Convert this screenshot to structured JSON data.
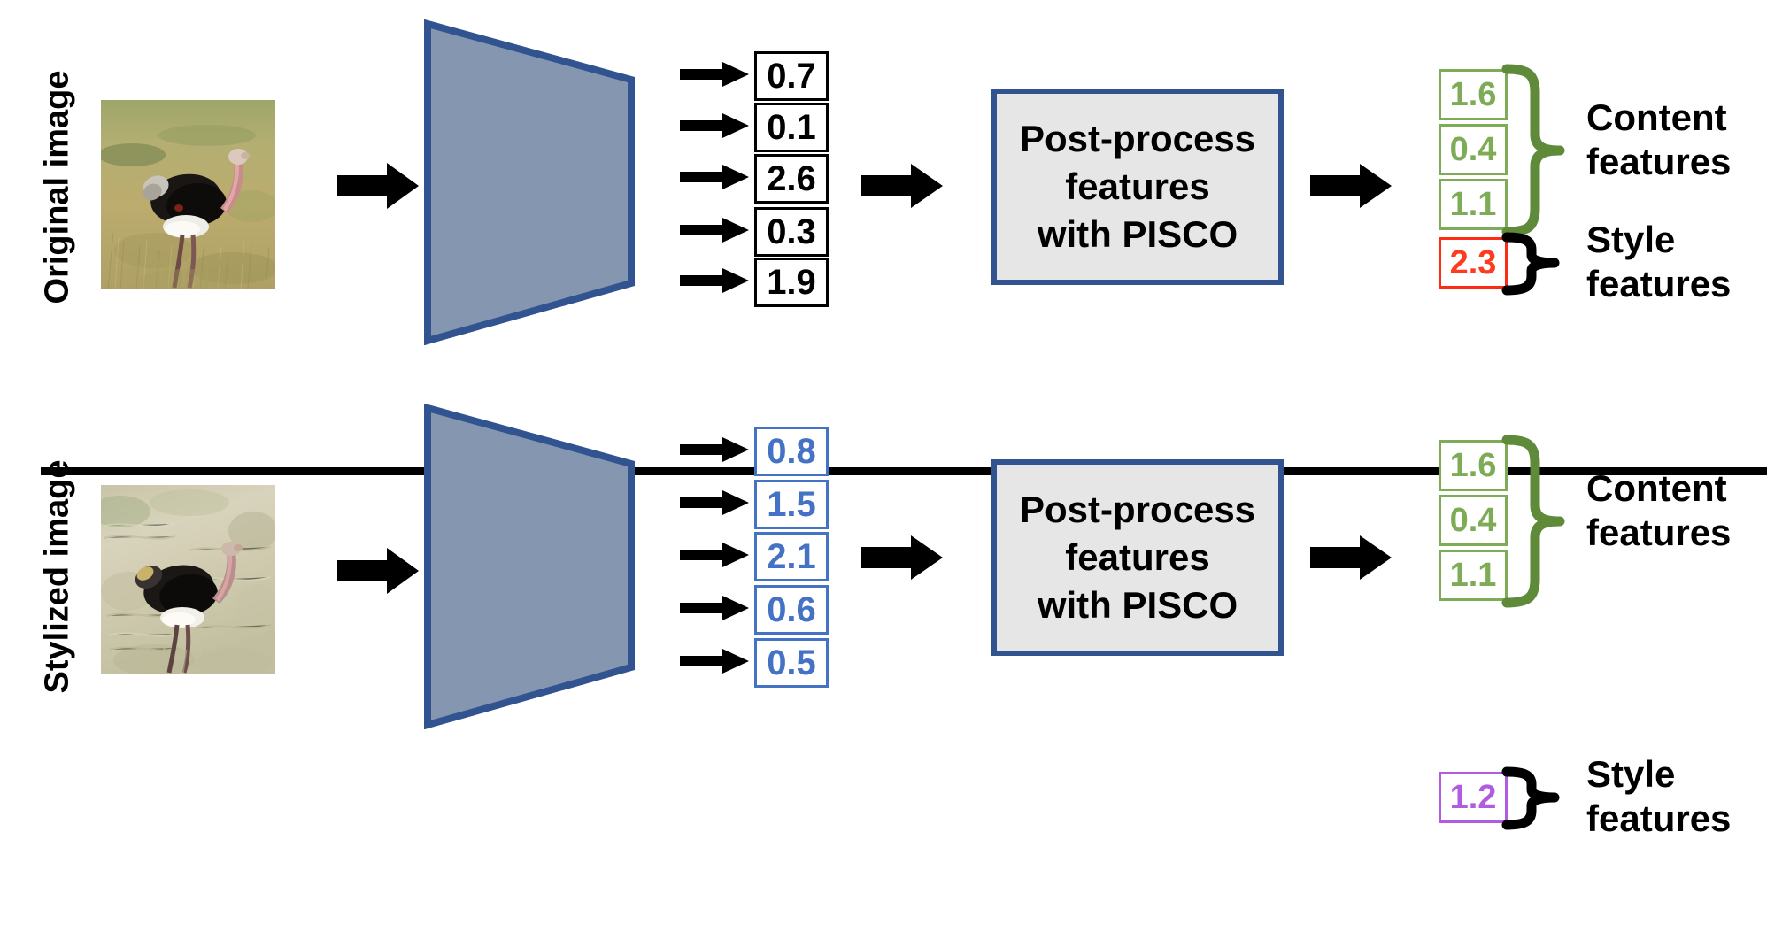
{
  "figure": {
    "title": "PISCO feature post-processing pipeline",
    "colors": {
      "network_fill": "#8496B0",
      "network_stroke": "#31538F",
      "process_fill": "#E7E6E6",
      "process_stroke": "#31538F",
      "black": "#000000",
      "blue": "#4472C4",
      "green": "#7DAB56",
      "brace_green": "#5E8A3A",
      "red": "#FC3B21",
      "purple": "#B15CE0"
    }
  },
  "rows": [
    {
      "id": "original",
      "label": "Original image",
      "image_alt": "Photograph of an ostrich walking in tall dry savanna grass",
      "encoder_name": "feature extractor network",
      "raw_features": [
        {
          "value": "0.7",
          "color": "#000000"
        },
        {
          "value": "0.1",
          "color": "#000000"
        },
        {
          "value": "2.6",
          "color": "#000000"
        },
        {
          "value": "0.3",
          "color": "#000000"
        },
        {
          "value": "1.9",
          "color": "#000000"
        }
      ],
      "process": {
        "line1": "Post-process",
        "line2": "features",
        "line3": "with PISCO"
      },
      "content_features": [
        {
          "value": "1.6",
          "color": "#7DAB56"
        },
        {
          "value": "0.4",
          "color": "#7DAB56"
        },
        {
          "value": "1.1",
          "color": "#7DAB56"
        }
      ],
      "content_label_line1": "Content",
      "content_label_line2": "features",
      "style_features": [
        {
          "value": "2.3",
          "color": "#FC3B21"
        }
      ],
      "style_label_line1": "Style",
      "style_label_line2": "features"
    },
    {
      "id": "stylized",
      "label": "Stylized image",
      "image_alt": "Stylized painterly rendering of the same ostrich photograph",
      "encoder_name": "feature extractor network",
      "raw_features": [
        {
          "value": "0.8",
          "color": "#4472C4"
        },
        {
          "value": "1.5",
          "color": "#4472C4"
        },
        {
          "value": "2.1",
          "color": "#4472C4"
        },
        {
          "value": "0.6",
          "color": "#4472C4"
        },
        {
          "value": "0.5",
          "color": "#4472C4"
        }
      ],
      "process": {
        "line1": "Post-process",
        "line2": "features",
        "line3": "with PISCO"
      },
      "content_features": [
        {
          "value": "1.6",
          "color": "#7DAB56"
        },
        {
          "value": "0.4",
          "color": "#7DAB56"
        },
        {
          "value": "1.1",
          "color": "#7DAB56"
        }
      ],
      "content_label_line1": "Content",
      "content_label_line2": "features",
      "style_features": [
        {
          "value": "1.2",
          "color": "#B15CE0"
        }
      ],
      "style_label_line1": "Style",
      "style_label_line2": "features"
    }
  ]
}
